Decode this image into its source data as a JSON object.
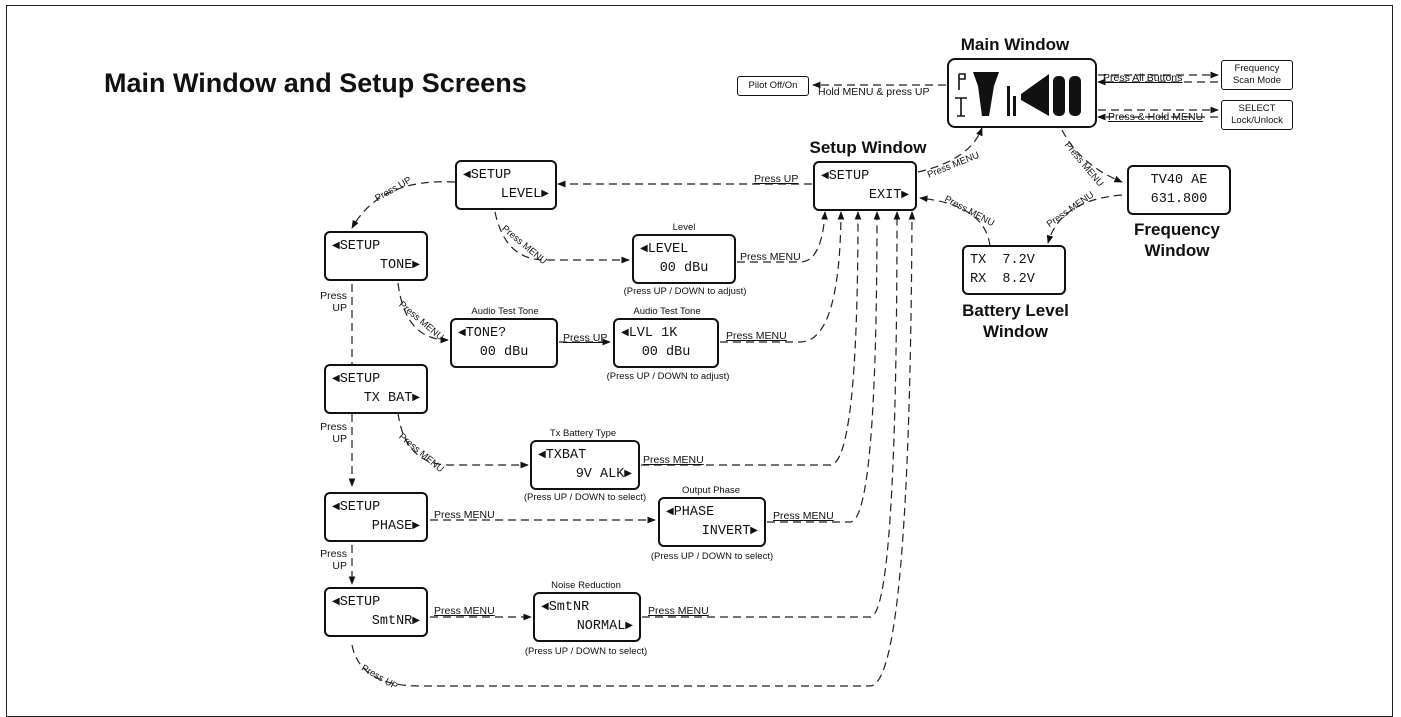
{
  "title": "Main Window and Setup Screens",
  "headings": {
    "main_window": "Main Window",
    "setup_window": "Setup Window",
    "frequency_window": [
      "Frequency",
      "Window"
    ],
    "battery_window": [
      "Battery Level",
      "Window"
    ]
  },
  "small_boxes": {
    "pilot": "Pilot Off/On",
    "freq_scan": [
      "Frequency",
      "Scan Mode"
    ],
    "select_lock": [
      "SELECT",
      "Lock/Unlock"
    ]
  },
  "screens": {
    "setup_exit": [
      "SETUP",
      "EXIT"
    ],
    "setup_level": [
      "SETUP",
      "LEVEL"
    ],
    "setup_tone": [
      "SETUP",
      "TONE"
    ],
    "setup_txbat": [
      "SETUP",
      "TX BAT"
    ],
    "setup_phase": [
      "SETUP",
      "PHASE"
    ],
    "setup_smtnr": [
      "SETUP",
      "SmtNR"
    ],
    "level": [
      "LEVEL",
      "00 dBu"
    ],
    "tone": [
      "TONE?",
      "00 dBu"
    ],
    "lvl1k": [
      "LVL 1K",
      "00 dBu"
    ],
    "txbat": [
      "TXBAT",
      "9V ALK"
    ],
    "phase": [
      "PHASE",
      "INVERT"
    ],
    "smtnr": [
      "SmtNR",
      "NORMAL"
    ],
    "frequency": [
      "TV40 AE",
      "631.800"
    ],
    "battery": [
      "TX  7.2V",
      "RX  8.2V"
    ]
  },
  "captions": {
    "level": "Level",
    "audio_test_tone_1": "Audio Test Tone",
    "audio_test_tone_2": "Audio Test Tone",
    "tx_battery_type": "Tx Battery Type",
    "output_phase": "Output Phase",
    "noise_reduction": "Noise Reduction",
    "adjust_1": "(Press UP / DOWN to adjust)",
    "adjust_2": "(Press UP / DOWN to adjust)",
    "select_1": "(Press UP / DOWN to select)",
    "select_2": "(Press UP / DOWN to select)",
    "select_3": "(Press UP / DOWN to select)"
  },
  "labels": {
    "hold_menu_up": "Hold MENU & press UP",
    "press_all": "Press All Buttons",
    "press_hold_menu": "Press & Hold MENU",
    "press_up": "Press UP",
    "press_menu": "Press MENU",
    "press": "Press",
    "up": "UP"
  }
}
